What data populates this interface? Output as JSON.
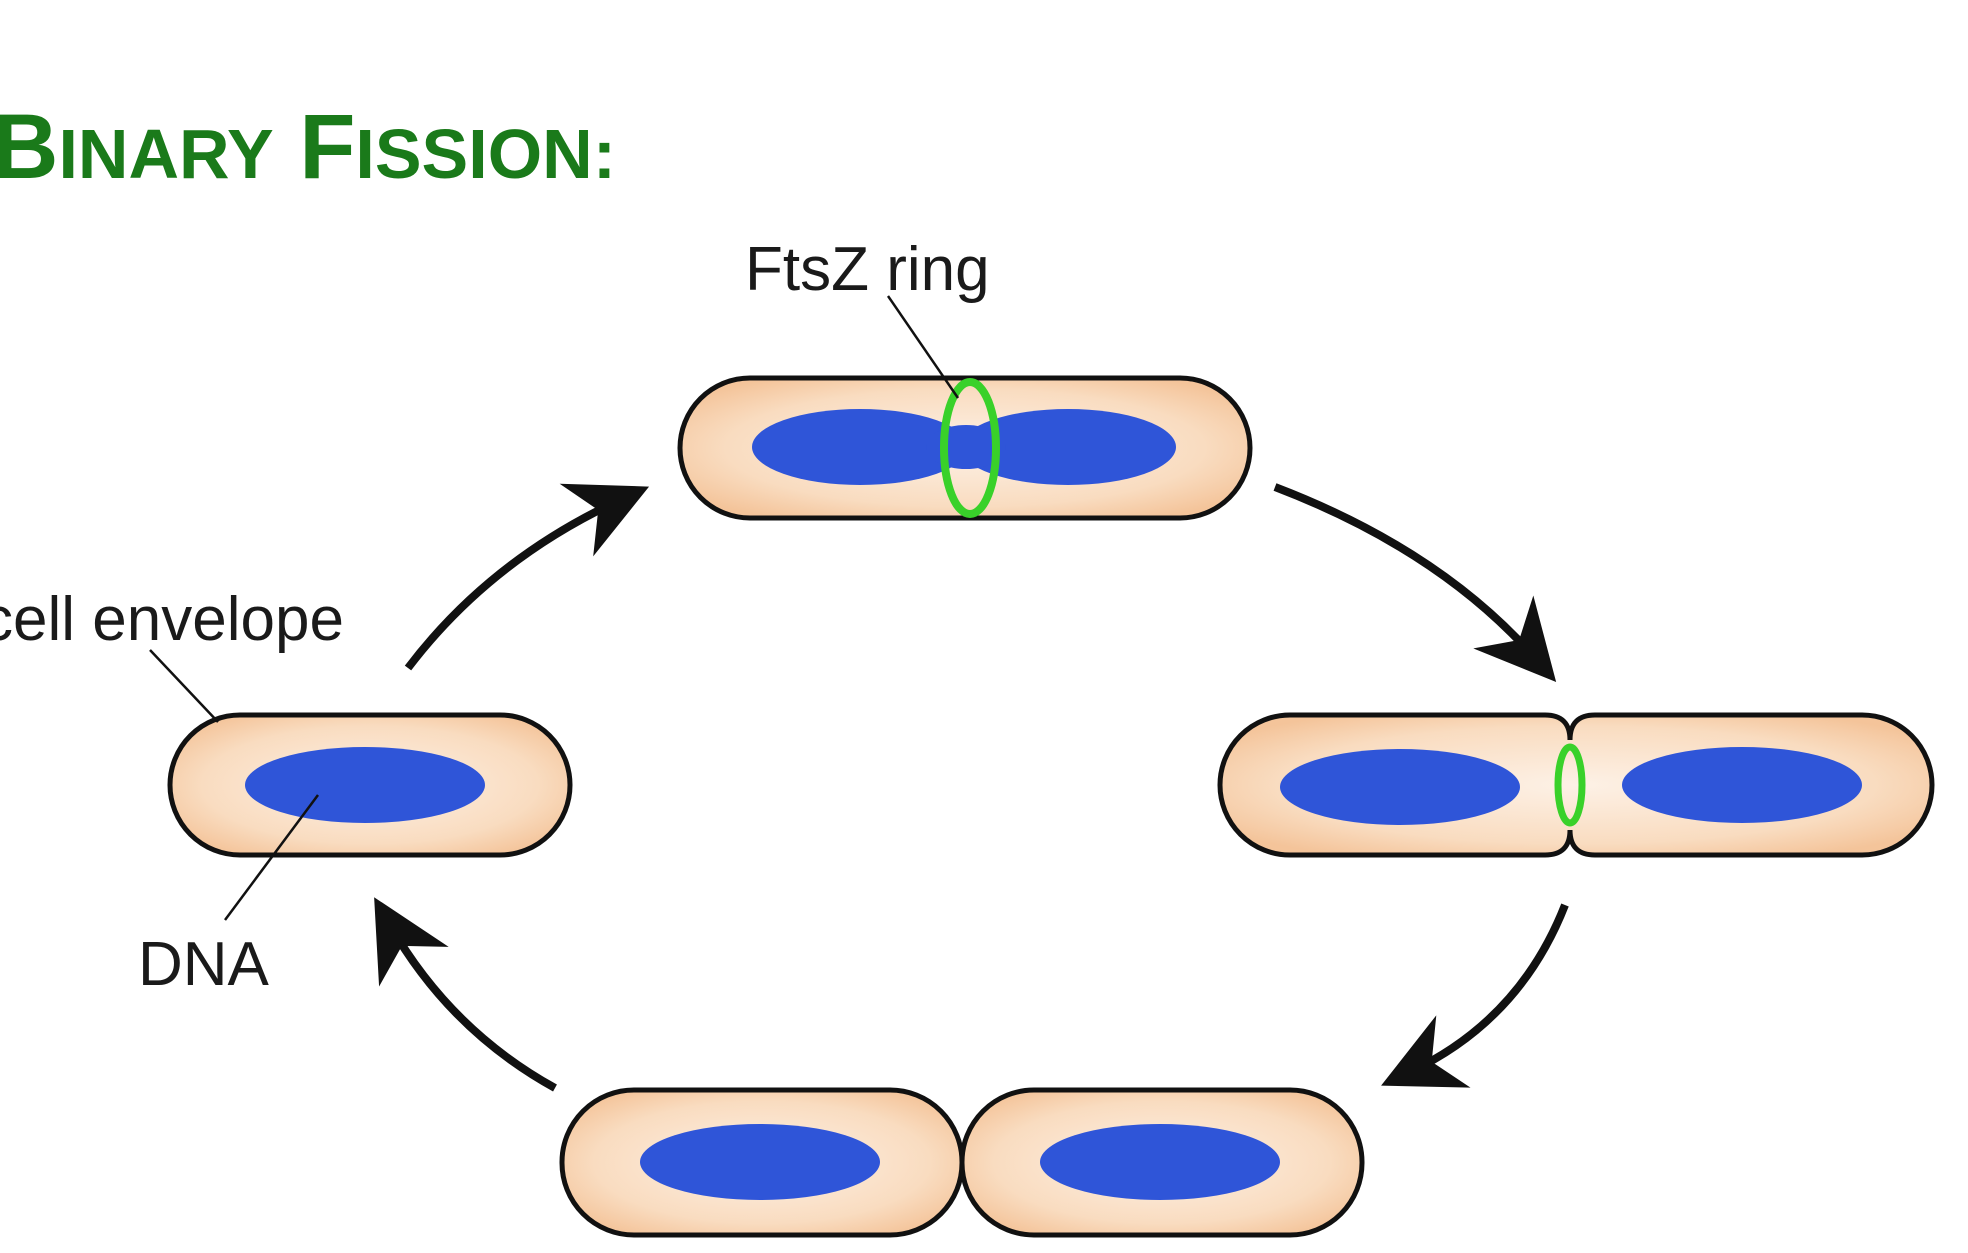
{
  "title": "Binary Fission:",
  "labels": {
    "ftsz_ring": "FtsZ ring",
    "cell_envelope": "cell envelope",
    "dna": "DNA"
  },
  "colors": {
    "title": "#1a7a1a",
    "cell_fill_edge": "#f7c9a0",
    "cell_fill_center": "#fdf1e6",
    "cell_outline": "#111111",
    "dna": "#2f55d8",
    "ftsz_ring": "#39d12a",
    "arrow": "#111111"
  },
  "stages": [
    "single-cell",
    "elongated-cell-with-ftsz-ring",
    "constricting-cell",
    "two-daughter-cells"
  ]
}
